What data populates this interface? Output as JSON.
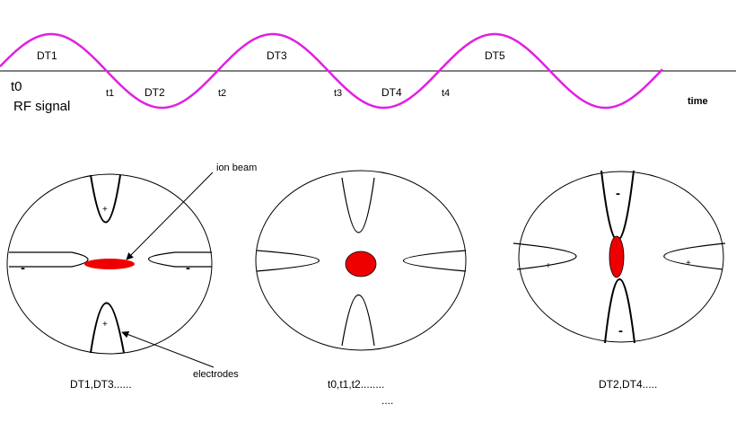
{
  "signal": {
    "name_line1": "t0",
    "name_line2": "RF signal",
    "axis_label": "time",
    "wave_color": "#e020e0",
    "intervals": [
      "DT1",
      "DT2",
      "DT3",
      "DT4",
      "DT5"
    ],
    "crossings": [
      "t1",
      "t2",
      "t3",
      "t4"
    ]
  },
  "states": {
    "left": {
      "caption": "DT1,DT3......",
      "top_sign": "+",
      "bottom_sign": "+",
      "left_sign": "-",
      "right_sign": "-"
    },
    "middle": {
      "caption": "t0,t1,t2........",
      "caption_extra": "...."
    },
    "right": {
      "caption": "DT2,DT4.....",
      "top_sign": "-",
      "bottom_sign": "-",
      "left_sign": "+",
      "right_sign": "+"
    }
  },
  "annotations": {
    "ion_beam": "ion beam",
    "electrodes": "electrodes"
  },
  "colors": {
    "beam": "#ee0000",
    "outline": "#000000"
  }
}
